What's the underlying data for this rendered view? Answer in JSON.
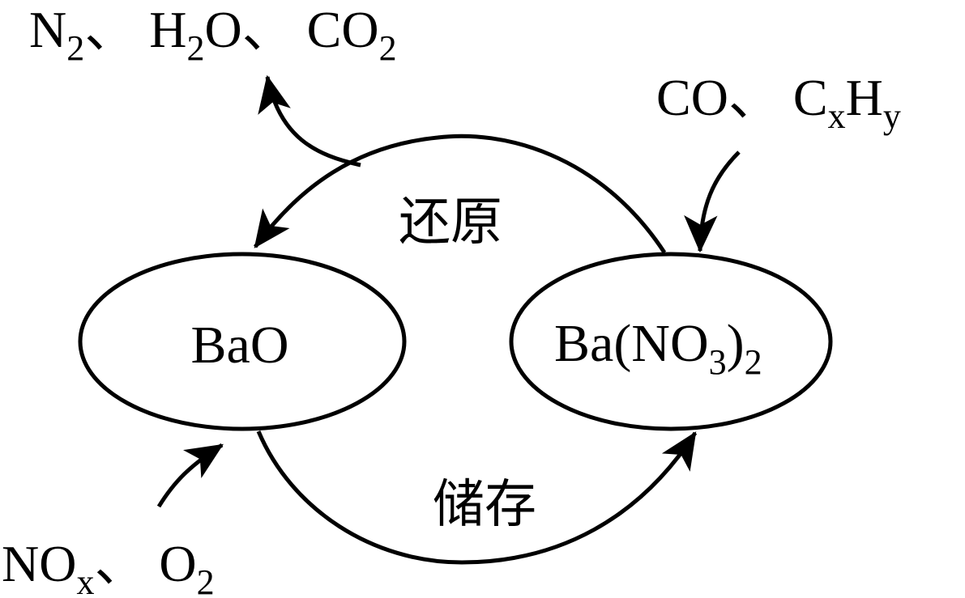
{
  "diagram": {
    "title": "",
    "nodes": [
      {
        "id": "bao",
        "label": {
          "main": "BaO"
        }
      },
      {
        "id": "banitrate",
        "label": {
          "parts": [
            {
              "t": "Ba(NO"
            },
            {
              "t": "3",
              "sub": true
            },
            {
              "t": ")"
            },
            {
              "t": "2",
              "sub": true
            }
          ]
        }
      }
    ],
    "edges": [
      {
        "from": "banitrate",
        "to": "bao",
        "label": "还原"
      },
      {
        "from": "bao",
        "to": "banitrate",
        "label": "储存"
      }
    ],
    "side_labels": {
      "products": {
        "parts": [
          {
            "t": "N"
          },
          {
            "t": "2",
            "sub": true
          },
          {
            "t": "、 H"
          },
          {
            "t": "2",
            "sub": true
          },
          {
            "t": "O、 CO"
          },
          {
            "t": "2",
            "sub": true
          }
        ]
      },
      "reducers": {
        "parts": [
          {
            "t": "CO、 C"
          },
          {
            "t": "x",
            "sub": true
          },
          {
            "t": "H"
          },
          {
            "t": "y",
            "sub": true
          }
        ]
      },
      "inputs": {
        "parts": [
          {
            "t": "NO"
          },
          {
            "t": "x",
            "sub": true
          },
          {
            "t": "、 O"
          },
          {
            "t": "2",
            "sub": true
          }
        ]
      }
    },
    "colors": {
      "stroke": "#000000",
      "background": "#ffffff"
    }
  }
}
